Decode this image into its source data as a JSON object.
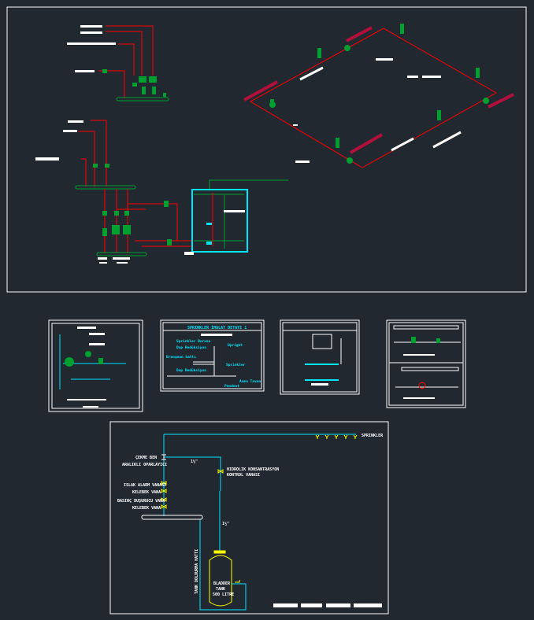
{
  "colors": {
    "background": "#212830",
    "pipe_red": "#ff0000",
    "fitting_green": "#00a030",
    "water_cyan": "#00e5ff",
    "valve_yellow": "#ffff00",
    "accent_crimson": "#b0103a",
    "frame": "#ffffff"
  },
  "detail_2": {
    "title": "SPRINKLER İMALAT DETAYI 1",
    "labels": [
      "Sprinkler Borusu",
      "Dop Redüksiyon",
      "Branşman hattı",
      "Dop Redüksiyon",
      "Upright",
      "Sprinkler",
      "Asma Tavan",
      "Pendent"
    ]
  },
  "schematic": {
    "sprinkler_label": "SPRINKLER",
    "cekme_label_1": "ÇEKME BEN",
    "cekme_label_2": "ARALIKLI OPARLAYICI",
    "valves": [
      "ISLAK ALARM VANASI",
      "KELEBEK VANA",
      "BASINÇ DUŞURUCU VANA",
      "KELEBEK VANA"
    ],
    "hydraulic_valve_1": "HIDROLIK KONSANTRASYON",
    "hydraulic_valve_2": "KONTROL VANASI",
    "pipe_size_1": "1¼\"",
    "pipe_size_2": "1½\"",
    "fill_line": "TANK DOLDURMA HATTI",
    "tank_1": "BLADDER",
    "tank_2": "TANK",
    "tank_3": "500 LITRE"
  }
}
